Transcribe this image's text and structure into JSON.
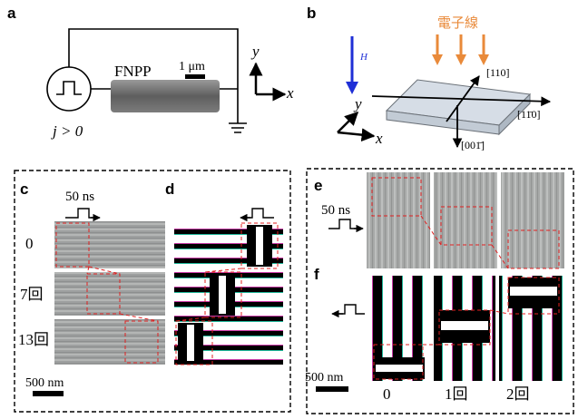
{
  "panels": {
    "a": {
      "letter": "a",
      "device_label": "FNPP",
      "scale_label": "1 μm",
      "current_label": "j > 0",
      "axis_y": "y",
      "axis_x": "x"
    },
    "b": {
      "letter": "b",
      "field_label": "H",
      "beam_label": "電子線",
      "dir_110": "[110]",
      "dir_1m10": "[11̄0]",
      "dir_00m1": "[001̄]",
      "axis_y": "y",
      "axis_x": "x"
    },
    "c": {
      "letter": "c",
      "pulse_label": "50 ns",
      "rows": [
        "0",
        "7回",
        "13回"
      ],
      "scale_label": "500 nm"
    },
    "d": {
      "letter": "d"
    },
    "e": {
      "letter": "e",
      "pulse_label": "50 ns"
    },
    "f": {
      "letter": "f",
      "scale_label": "500 nm",
      "cols": [
        "0",
        "1回",
        "2回"
      ]
    }
  },
  "colors": {
    "field_arrow": "#1f2fd6",
    "beam_arrow": "#e98a3a",
    "highlight_box": "#e02020"
  }
}
